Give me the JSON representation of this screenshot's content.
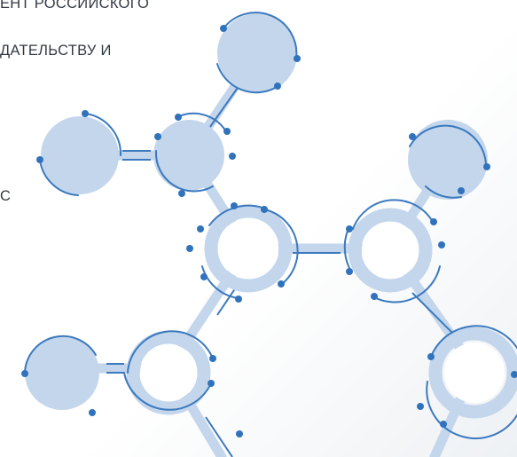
{
  "text_lines": [
    "ЕНТ РОССИЙСКОГО",
    "ДАТЕЛЬСТВУ И",
    "С"
  ],
  "colors": {
    "text": "#333a44",
    "fill_light": "#c3d6ec",
    "stroke_blue": "#3b79be",
    "dot": "#3172bd",
    "bond": "#c3d6ec"
  },
  "icon": "molecule-network-illustration"
}
